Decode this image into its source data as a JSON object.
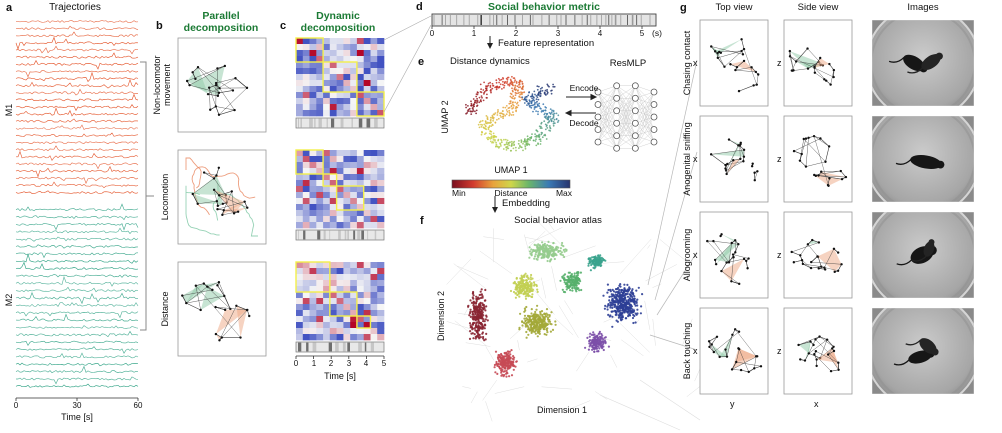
{
  "colors": {
    "title_green": "#1b7a34",
    "m1_trace": "#e4562c",
    "m2_trace": "#2da183",
    "skeleton_green": "#8fc9a8",
    "skeleton_orange": "#eda883",
    "heatmap_low": "#3b4cc0",
    "heatmap_mid": "#f7f7f7",
    "heatmap_high": "#b40426",
    "block_outline_yellow": "#f3ef4a",
    "atlas_clusters": [
      "#8a2532",
      "#c64a55",
      "#a3a839",
      "#c2cf52",
      "#96cc8e",
      "#57b06b",
      "#3aa38d",
      "#2e3f96",
      "#7c4fa8"
    ]
  },
  "panels": {
    "a": {
      "id": "a",
      "title": "Trajectories",
      "group1": "M1",
      "group2": "M2",
      "x_ticks": [
        "0",
        "30",
        "60"
      ],
      "x_label": "Time [s]"
    },
    "b": {
      "id": "b",
      "title": "Parallel decomposition",
      "rows": [
        "Non-locomotor movement",
        "Locomotion",
        "Distance"
      ]
    },
    "c": {
      "id": "c",
      "title": "Dynamic decomposition",
      "x_ticks": [
        "0",
        "1",
        "2",
        "3",
        "4",
        "5"
      ],
      "x_label": "Time [s]"
    },
    "d": {
      "id": "d",
      "title": "Social behavior metric",
      "scale_ticks": [
        "0",
        "1",
        "2",
        "3",
        "4",
        "5"
      ],
      "scale_unit": "(s)",
      "caption": "Feature representation"
    },
    "e": {
      "id": "e",
      "caption": "Distance dynamics",
      "y_label": "UMAP 2",
      "x_label": "UMAP 1",
      "colorbar_min": "Min",
      "colorbar_label": "Distance",
      "colorbar_max": "Max",
      "network_label": "ResMLP",
      "encode": "Encode",
      "decode": "Decode",
      "embedding": "Embedding"
    },
    "f": {
      "id": "f",
      "caption": "Social behavior atlas",
      "x_label": "Dimension 1",
      "y_label": "Dimension 2"
    },
    "g": {
      "id": "g",
      "columns": [
        "Top view",
        "Side view",
        "Images"
      ],
      "rows": [
        "Chasing contact",
        "Anogenital sniffing",
        "Allogrooming",
        "Back touching"
      ],
      "top_y_axis": "x",
      "side_y_axis": "z",
      "top_x_axis": "y",
      "side_x_axis": "x"
    }
  },
  "chart_data": [
    {
      "type": "line",
      "title": "Trajectories",
      "series": [
        {
          "name": "M1"
        },
        {
          "name": "M2"
        }
      ],
      "xlabel": "Time [s]",
      "x_ticks": [
        0,
        30,
        60
      ]
    },
    {
      "type": "heatmap",
      "title": "Dynamic decomposition",
      "xlabel": "Time [s]",
      "x_ticks": [
        0,
        1,
        2,
        3,
        4,
        5
      ],
      "rows": [
        "Non-locomotor movement",
        "Locomotion",
        "Distance"
      ]
    },
    {
      "type": "scatter",
      "title": "Distance dynamics",
      "xlabel": "UMAP 1",
      "ylabel": "UMAP 2",
      "colorbar": {
        "min": "Min",
        "label": "Distance",
        "max": "Max"
      }
    },
    {
      "type": "scatter",
      "title": "Social behavior atlas",
      "xlabel": "Dimension 1",
      "ylabel": "Dimension 2",
      "legend": [
        "Chasing contact",
        "Anogenital sniffing",
        "Allogrooming",
        "Back touching"
      ]
    }
  ]
}
